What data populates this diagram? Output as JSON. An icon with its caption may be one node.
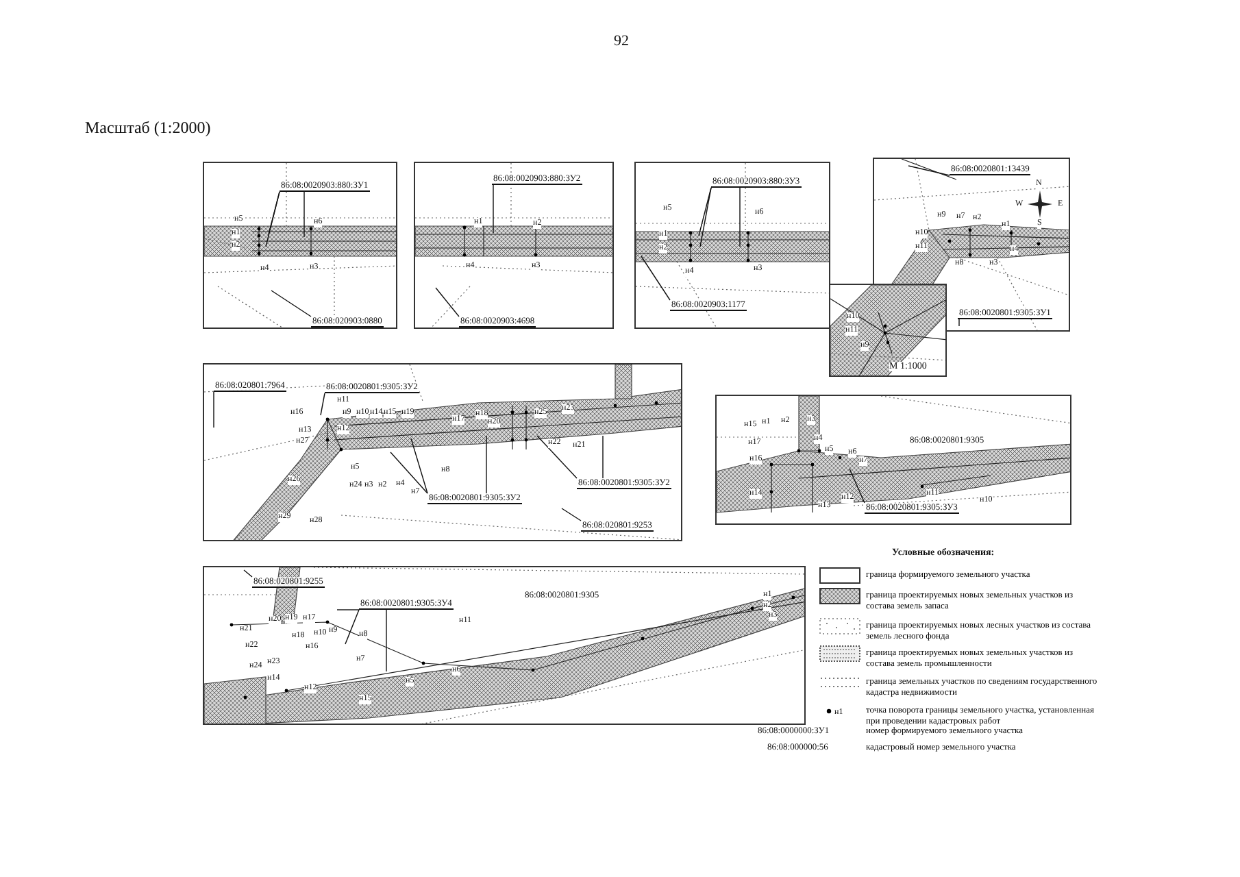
{
  "diagram": {
    "nodes": [
      {
        "text": [],
        "shape": "picture"
      },
      {
        "text": [
          "86:08:0020903:880:ЗУ1"
        ],
        "in": 0
      },
      {
        "text": [
          "86:08:020903:0880"
        ],
        "in": 0
      },
      {
        "text": [],
        "shape": "picture"
      },
      {
        "text": [
          "86:08:0020903:880:ЗУ2"
        ],
        "in": 3
      },
      {
        "text": [
          "86:08:0020903:4698"
        ],
        "in": 3
      },
      {
        "text": [],
        "shape": "picture"
      },
      {
        "text": [
          "86:08:0020903:880:ЗУ3"
        ],
        "in": 6
      },
      {
        "text": [
          "86:08:0020903:1177"
        ],
        "in": 6
      },
      {
        "text": [],
        "shape": "picture"
      },
      {
        "text": [
          "86:08:0020801:13439"
        ],
        "in": 9
      },
      {
        "text": [
          "86:08:0020801:9305:ЗУ1"
        ],
        "in": 9
      },
      {
        "text": [
          "М 1:1000"
        ]
      },
      {
        "text": [],
        "shape": "picture"
      },
      {
        "text": [
          "86:08:020801:7964"
        ],
        "in": 13
      },
      {
        "text": [
          "86:08:0020801:9305:ЗУ2"
        ],
        "in": 13
      },
      {
        "text": [
          "86:08:0020801:9305:ЗУ2"
        ],
        "in": 13
      },
      {
        "text": [
          "86:08:0020801:9305:ЗУ2"
        ],
        "in": 13
      },
      {
        "text": [
          "86:08:020801:9253"
        ],
        "in": 13
      },
      {
        "text": [],
        "shape": "picture"
      },
      {
        "text": [
          "86:08:0020801:9305:ЗУ3"
        ],
        "in": 19
      },
      {
        "text": [],
        "shape": "picture"
      },
      {
        "text": [
          "86:08:020801:9255"
        ],
        "in": 21
      },
      {
        "text": [
          "86:08:0020801:9305:ЗУ4"
        ],
        "in": 21
      }
    ],
    "edges": [
      {
        "from": 1,
        "to": null,
        "arrow": "none"
      },
      {
        "from": 1,
        "to": null,
        "arrow": "none"
      },
      {
        "from": 1,
        "to": null,
        "arrow": "none"
      },
      {
        "from": 2,
        "to": null,
        "arrow": "none"
      },
      {
        "from": 4,
        "to": null,
        "arrow": "none"
      },
      {
        "from": 5,
        "to": null,
        "arrow": "none"
      },
      {
        "from": 7,
        "to": null,
        "arrow": "none"
      },
      {
        "from": 7,
        "to": null,
        "arrow": "none"
      },
      {
        "from": 7,
        "to": null,
        "arrow": "none"
      },
      {
        "from": 8,
        "to": null,
        "arrow": "none"
      },
      {
        "from": 10,
        "to": null,
        "arrow": "none"
      },
      {
        "from": 11,
        "to": null,
        "arrow": "none"
      },
      {
        "from": 14,
        "to": null,
        "arrow": "none"
      },
      {
        "from": 15,
        "to": null,
        "arrow": "none"
      },
      {
        "from": 16,
        "to": null,
        "arrow": "none"
      },
      {
        "from": 16,
        "to": null,
        "arrow": "none"
      },
      {
        "from": 16,
        "to": null,
        "arrow": "none"
      },
      {
        "from": 17,
        "to": null,
        "arrow": "none"
      },
      {
        "from": 17,
        "to": null,
        "arrow": "none"
      },
      {
        "from": 18,
        "to": null,
        "arrow": "none"
      },
      {
        "from": 20,
        "to": null,
        "arrow": "none"
      },
      {
        "from": 22,
        "to": null,
        "arrow": "none"
      },
      {
        "from": 23,
        "to": null,
        "arrow": "none"
      },
      {
        "from": 23,
        "to": null,
        "arrow": "none"
      },
      {
        "from": 23,
        "to": null,
        "arrow": "none"
      }
    ],
    "labels": [
      "92",
      "Масштаб (1:2000)",
      "н5",
      "н1",
      "н2",
      "н4",
      "н6",
      "н3",
      "н1",
      "н2",
      "н4",
      "н3",
      "н5",
      "н6",
      "н1",
      "н2",
      "н4",
      "н3",
      "н9",
      "н7",
      "н2",
      "н1",
      "н10",
      "н11",
      "н8",
      "н3",
      "н4",
      "N",
      "W",
      "E",
      "S",
      "н10",
      "н11",
      "н9",
      "н16",
      "н11",
      "н9",
      "н10",
      "н14",
      "н15",
      "н19",
      "н13",
      "н12",
      "н27",
      "н17",
      "н18",
      "н20",
      "н25",
      "н23",
      "н22",
      "н21",
      "н8",
      "н24",
      "н3",
      "н2",
      "н4",
      "н7",
      "н5",
      "н29",
      "н28",
      "н26",
      "н15",
      "н1",
      "н2",
      "н3",
      "н17",
      "н4",
      "86:08:0020801:9305",
      "н16",
      "н5",
      "н6",
      "н7",
      "н14",
      "н13",
      "н12",
      "н11",
      "н10",
      "н1",
      "н2",
      "н3",
      "н21",
      "н22",
      "н20",
      "н19",
      "н17",
      "н24",
      "н23",
      "н18",
      "н16",
      "н10",
      "н9",
      "н8",
      "н7",
      "н14",
      "н12",
      "н15",
      "н11",
      "н6",
      "н5",
      "86:08:0020801:9305",
      "Условные обозначения:",
      "н1",
      "86:08:0000000:ЗУ1",
      "86:08:000000:56"
    ],
    "legend": [
      {
        "text": "граница формируемого земельного участка"
      },
      {
        "text": "граница проектируемых новых земельных участков из состава земель запаса"
      },
      {
        "text": "граница проектируемых новых лесных участков из состава земель лесного фонда"
      },
      {
        "text": "граница проектируемых новых земельных участков из состава земель промышленности"
      },
      {
        "text": "граница земельных участков по сведениям государственного кадастра недвижимости"
      },
      {
        "text": "точка поворота границы земельного участка, установленная при проведении кадастровых работ"
      },
      {
        "text": "номер формируемого земельного участка"
      },
      {
        "text": "кадастровый номер земельного участка"
      }
    ]
  }
}
